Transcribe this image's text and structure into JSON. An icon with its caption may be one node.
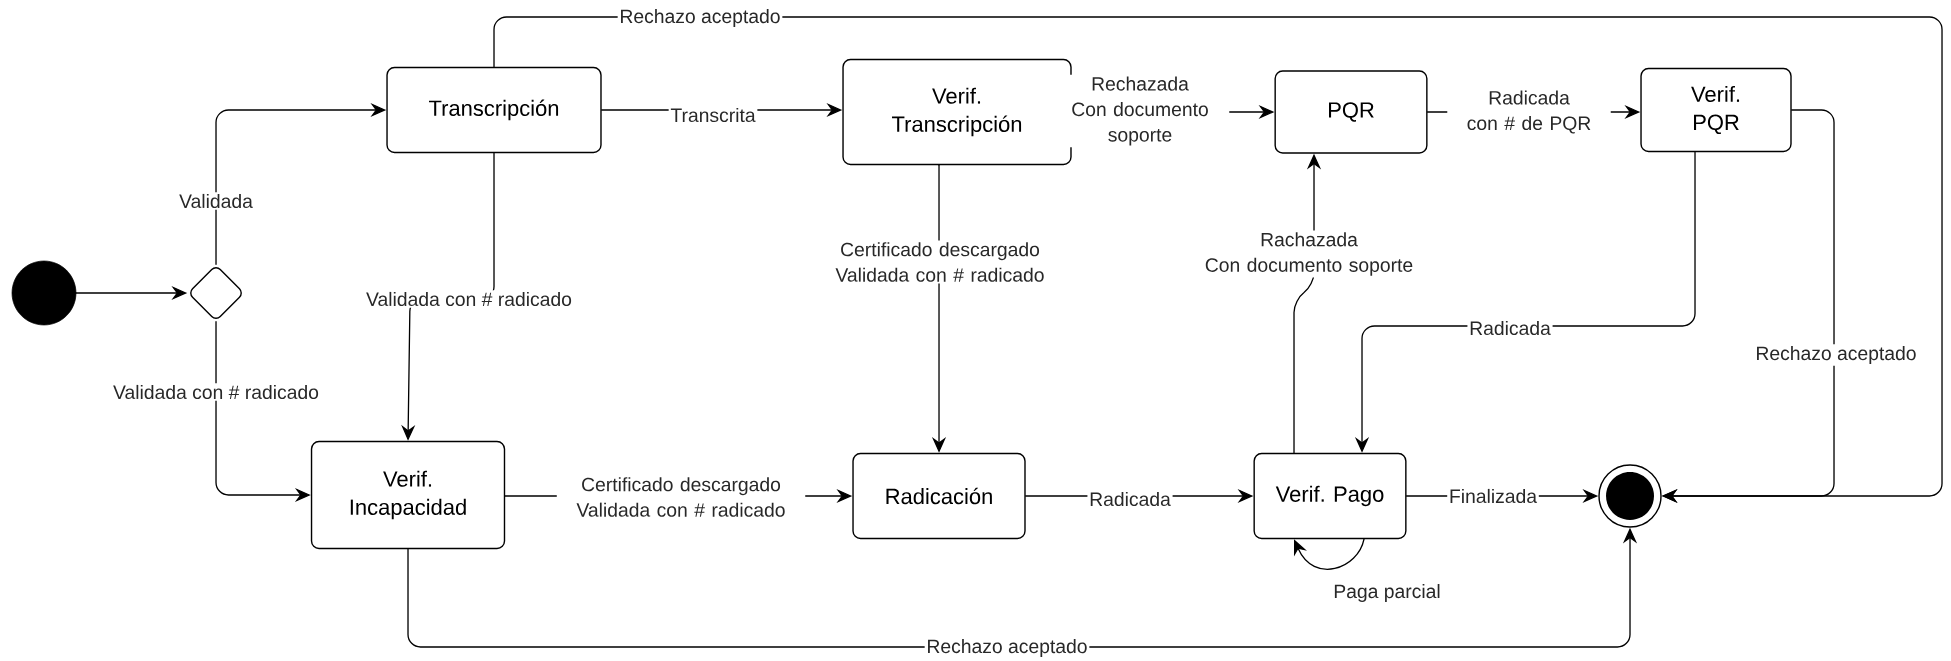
{
  "diagram": {
    "nodes": [
      {
        "text": [],
        "shape": "circle"
      },
      {
        "text": [],
        "shape": "diamond"
      },
      {
        "text": [
          "Transcripción"
        ]
      },
      {
        "text": [
          "Verif. Transcripción"
        ]
      },
      {
        "text": [
          "PQR"
        ]
      },
      {
        "text": [
          "Verif. PQR"
        ]
      },
      {
        "text": [
          "Verif. Incapacidad"
        ]
      },
      {
        "text": [
          "Radicación"
        ]
      },
      {
        "text": [
          "Verif. Pago"
        ]
      },
      {
        "text": [],
        "shape": "bullseye"
      }
    ],
    "edges": [
      {
        "from": 0,
        "to": 1,
        "arrow": "to"
      },
      {
        "from": 1,
        "to": 2,
        "arrow": "to",
        "label": "Validada"
      },
      {
        "from": 1,
        "to": 6,
        "arrow": "to",
        "label": "Validada con # radicado"
      },
      {
        "from": 2,
        "to": 3,
        "arrow": "to",
        "label": "Transcrita"
      },
      {
        "from": 2,
        "to": 6,
        "arrow": "to",
        "label": "Validada con # radicado"
      },
      {
        "from": 2,
        "to": 9,
        "arrow": "to",
        "label": "Rechazo aceptado"
      },
      {
        "from": 3,
        "to": 7,
        "arrow": "to",
        "label": "Certificado descargado Validada con # radicado"
      },
      {
        "from": 3,
        "to": 4,
        "arrow": "to",
        "label": "Rechazada Con documento soporte"
      },
      {
        "from": 4,
        "to": 5,
        "arrow": "to",
        "label": "Radicada con # de PQR"
      },
      {
        "from": 6,
        "to": 7,
        "arrow": "to",
        "label": "Certificado descargado Validada con # radicado"
      },
      {
        "from": 6,
        "to": 9,
        "arrow": "to",
        "label": "Rechazo aceptado"
      },
      {
        "from": 7,
        "to": 8,
        "arrow": "to",
        "label": "Radicada"
      },
      {
        "from": 8,
        "to": 4,
        "arrow": "to",
        "label": "Rachazada Con documento soporte"
      },
      {
        "from": 5,
        "to": 8,
        "arrow": "to",
        "label": "Radicada"
      },
      {
        "from": 5,
        "to": 9,
        "arrow": "to",
        "label": "Rechazo aceptado"
      },
      {
        "from": 8,
        "to": 9,
        "arrow": "to",
        "label": "Finalizada"
      },
      {
        "from": 8,
        "to": 8,
        "arrow": "to",
        "label": "Paga parcial"
      }
    ]
  }
}
